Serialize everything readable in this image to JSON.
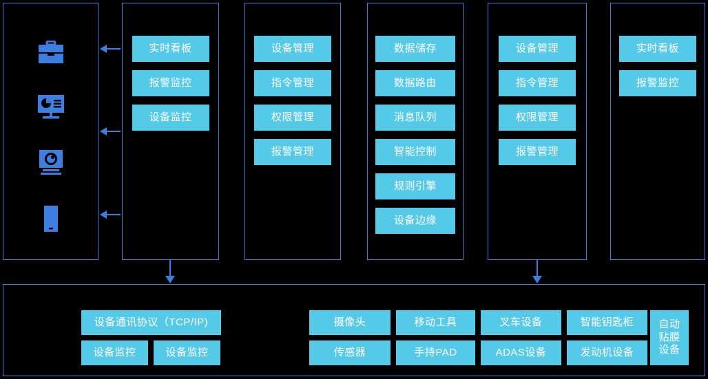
{
  "theme": {
    "background": "#000000",
    "border_blue": "#3d7fe0",
    "chip_fill": "#55c9e8",
    "icon_blue": "#3d7fe0",
    "text": "#ffffff"
  },
  "columns": [
    {
      "name": "terminal-devices",
      "icons": [
        {
          "name": "toolbox-icon",
          "label": "toolbox"
        },
        {
          "name": "desktop-monitor-icon",
          "label": "desktop-monitor"
        },
        {
          "name": "camera-icon",
          "label": "camera"
        },
        {
          "name": "mobile-phone-icon",
          "label": "mobile-phone"
        }
      ],
      "chips": []
    },
    {
      "name": "application-layer",
      "icons": [],
      "chips": [
        "实时看板",
        "报警监控",
        "设备监控"
      ]
    },
    {
      "name": "management-layer",
      "icons": [],
      "chips": [
        "设备管理",
        "指令管理",
        "权限管理",
        "报警管理"
      ]
    },
    {
      "name": "platform-layer",
      "icons": [],
      "chips": [
        "数据储存",
        "数据路由",
        "消息队列",
        "智能控制",
        "规则引擎",
        "设备边缘"
      ]
    },
    {
      "name": "management-layer-2",
      "icons": [],
      "chips": [
        "设备管理",
        "指令管理",
        "权限管理",
        "报警管理"
      ]
    },
    {
      "name": "application-layer-2",
      "icons": [],
      "chips": [
        "实时看板",
        "报警监控"
      ]
    }
  ],
  "bottom": {
    "name": "device-access-layer",
    "groups": [
      {
        "name": "protocol-group",
        "rows": [
          [
            "设备通讯协议（TCP/IP)"
          ],
          [
            "设备监控",
            "设备监控"
          ]
        ]
      },
      {
        "name": "hardware-group",
        "rows": [
          [
            "摄像头",
            "移动工具",
            "叉车设备",
            "智能钥匙柜"
          ],
          [
            "传感器",
            "手持PAD",
            "ADAS设备",
            "发动机设备"
          ]
        ]
      },
      {
        "name": "tall-device",
        "label": "自动\n贴膜\n设备"
      }
    ]
  },
  "arrows": {
    "horizontal": [
      {
        "name": "arrow-to-toolbox"
      },
      {
        "name": "arrow-to-monitor"
      },
      {
        "name": "arrow-to-phone"
      }
    ],
    "vertical": [
      {
        "name": "arrow-app-to-bottom"
      },
      {
        "name": "arrow-mgmt-to-bottom"
      }
    ]
  }
}
